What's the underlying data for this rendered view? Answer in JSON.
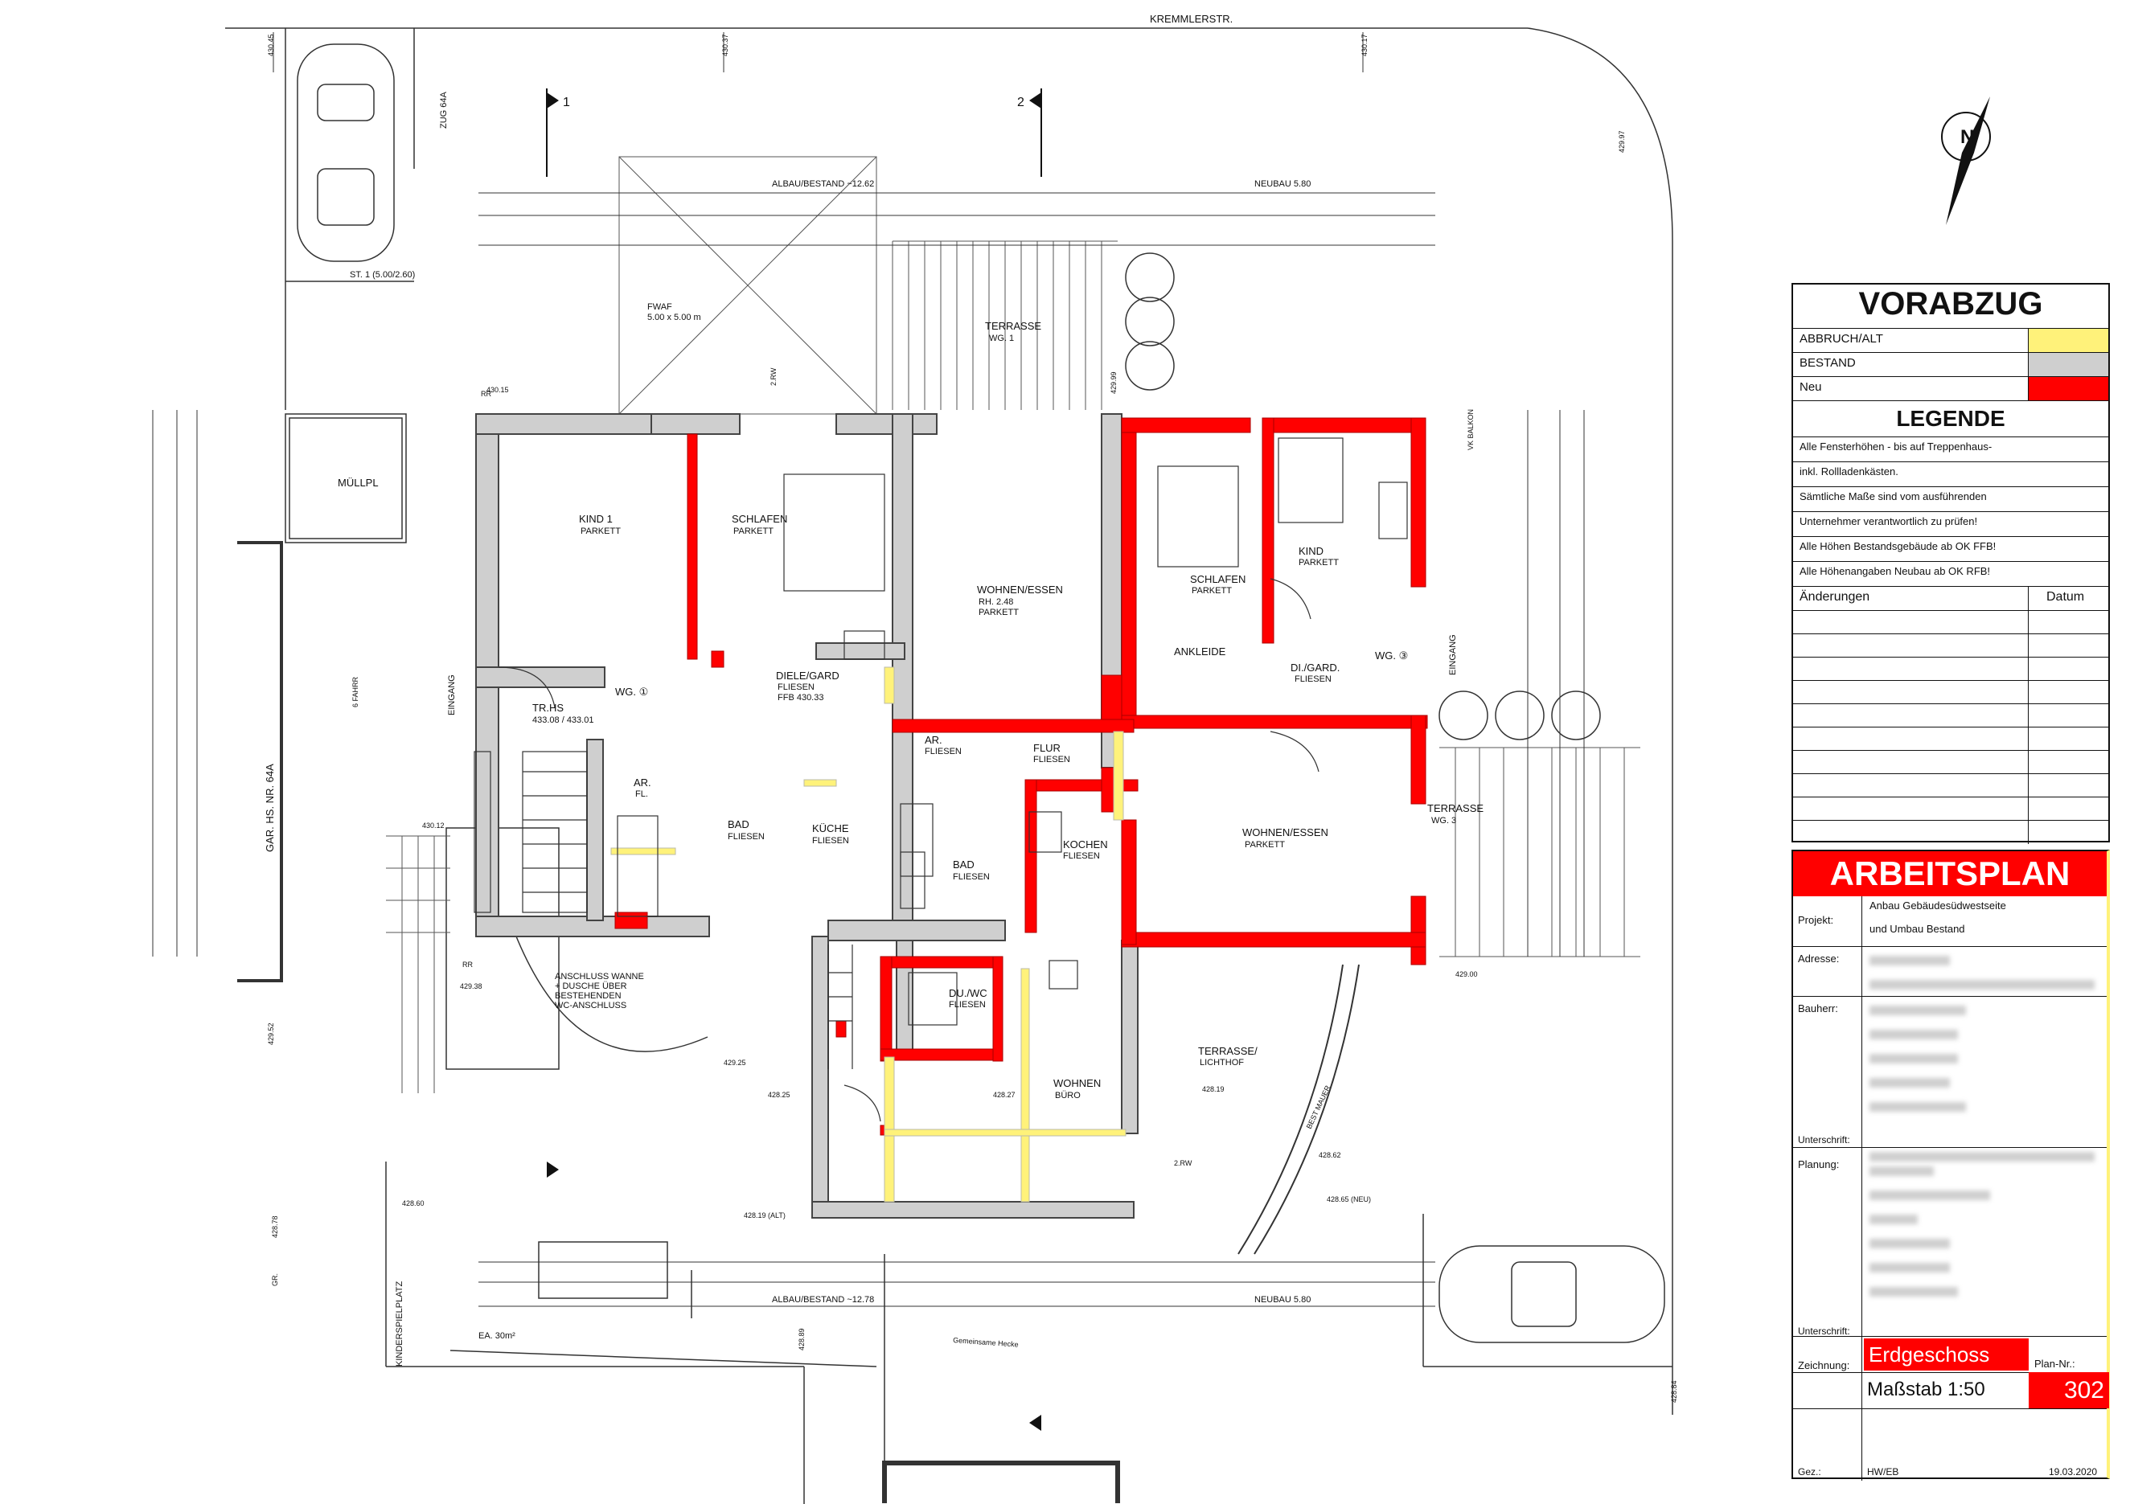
{
  "plan": {
    "street": "KREMMLERSTR.",
    "garage_label": "GAR. HS. NR. 64A",
    "trash_label": "MÜLLPL",
    "parking_label": "ST. 1 (5.00/2.60)",
    "play_label": "KINDERSPIELPLATZ",
    "play_area": "EA. 30m²",
    "fwaf_label": "FWAF",
    "fwaf_size": "5.00 x 5.00 m",
    "zug": "ZUG 64A",
    "rooms": [
      {
        "name": "KIND 1",
        "floor": "PARKETT"
      },
      {
        "name": "SCHLAFEN",
        "floor": "PARKETT"
      },
      {
        "name": "WOHNEN/ESSEN",
        "sub": "RH. 2.48",
        "floor": "PARKETT"
      },
      {
        "name": "TERRASSE",
        "sub": "WG. 1"
      },
      {
        "name": "DIELE/GARD",
        "floor": "FLIESEN",
        "sub": "FFB 430.33"
      },
      {
        "name": "TR.HS",
        "sub": "433.08 / 433.01"
      },
      {
        "name": "AR.",
        "floor": "FL."
      },
      {
        "name": "BAD",
        "floor": "FLIESEN"
      },
      {
        "name": "KÜCHE",
        "floor": "FLIESEN"
      },
      {
        "name": "AR.",
        "floor": "FLIESEN"
      },
      {
        "name": "FLUR",
        "floor": "FLIESEN"
      },
      {
        "name": "BAD",
        "floor": "FLIESEN"
      },
      {
        "name": "KOCHEN",
        "floor": "FLIESEN"
      },
      {
        "name": "SCHLAFEN",
        "floor": "PARKETT"
      },
      {
        "name": "KIND",
        "floor": "PARKETT"
      },
      {
        "name": "ANKLEIDE"
      },
      {
        "name": "DI./GARD.",
        "floor": "FLIESEN"
      },
      {
        "name": "WOHNEN/ESSEN",
        "floor": "PARKETT"
      },
      {
        "name": "TERRASSE",
        "sub": "WG. 3"
      },
      {
        "name": "DU./WC",
        "floor": "FLIESEN"
      },
      {
        "name": "WOHNEN",
        "sub": "BÜRO"
      },
      {
        "name": "TERRASSE/",
        "sub": "LICHTHOF"
      }
    ],
    "wg1": "WG. ①",
    "wg3": "WG. ③",
    "entry": "EINGANG",
    "anschluss": [
      "ANSCHLUSS WANNE",
      "+ DUSCHE ÜBER",
      "BESTEHENDEN",
      "WC-ANSCHLUSS"
    ],
    "dims_top": {
      "alt": "ALBAU/BESTAND ~12.62",
      "neu": "NEUBAU 5.80"
    },
    "dims_bottom": {
      "alt": "ALBAU/BESTAND ~12.78",
      "neu": "NEUBAU 5.80"
    },
    "levels": [
      "430.45",
      "430.37",
      "430.17",
      "429.97",
      "430.15",
      "429.99",
      "430.12",
      "429.38",
      "429.25",
      "428.25",
      "428.27",
      "428.19",
      "428.60",
      "428.78",
      "428.89",
      "428.84",
      "429.00",
      "428.62",
      "428.65 (NEU)",
      "428.19 (ALT)",
      "429.52"
    ],
    "section_marks": [
      "1",
      "2"
    ],
    "misc": [
      "2.RW",
      "2.RW",
      "6 FAHRR",
      "RR",
      "RR",
      "VK BALKON",
      "BEST MAUER",
      "Gemeinsame Hecke",
      "GR."
    ]
  },
  "titleblock": {
    "vorabzug": "VORABZUG",
    "legend_items": [
      {
        "label": "ABBRUCH/ALT",
        "color": "#fff27a"
      },
      {
        "label": "BESTAND",
        "color": "#cfcfcf"
      },
      {
        "label": "Neu",
        "color": "#ff0000"
      }
    ],
    "legende": "LEGENDE",
    "notes": [
      "Alle Fensterhöhen - bis auf Treppenhaus-",
      "inkl. Rollladenkästen.",
      "Sämtliche Maße sind vom ausführenden",
      "Unternehmer verantwortlich zu prüfen!",
      "Alle Höhen Bestandsgebäude ab OK FFB!",
      "Alle Höhenangaben Neubau ab OK RFB!"
    ],
    "changes_label": "Änderungen",
    "date_label": "Datum",
    "arbeitsplan": "ARBEITSPLAN",
    "projekt_label": "Projekt:",
    "projekt_lines": [
      "Anbau Gebäudesüdwestseite",
      "und Umbau Bestand"
    ],
    "adresse_label": "Adresse:",
    "bauherr_label": "Bauherr:",
    "unterschrift_label": "Unterschrift:",
    "planung_label": "Planung:",
    "unterschrift2_label": "Unterschrift:",
    "zeichnung_label": "Zeichnung:",
    "zeichnung_value": "Erdgeschoss",
    "plan_nr_label": "Plan-Nr.:",
    "plan_nr": "302",
    "massstab": "Maßstab 1:50",
    "gez_label": "Gez.:",
    "gez_value": "HW/EB",
    "date": "19.03.2020"
  }
}
